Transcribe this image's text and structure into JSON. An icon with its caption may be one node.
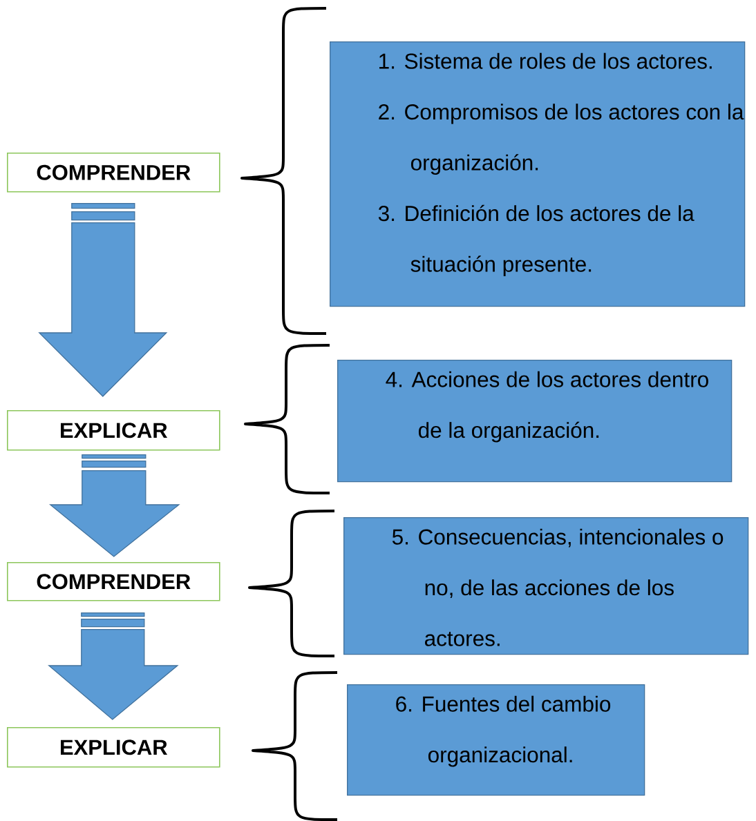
{
  "diagram": {
    "nodes": [
      {
        "text": [
          "COMPRENDER"
        ]
      },
      {
        "text": [
          "1. Sistema de roles de los actores.",
          "2. Compromisos de los actores con la organización.",
          "3. Definición de los actores de la situación presente."
        ]
      },
      {
        "text": [
          "EXPLICAR"
        ]
      },
      {
        "text": [
          "4. Acciones de los actores dentro de la organización."
        ]
      },
      {
        "text": [
          "COMPRENDER"
        ]
      },
      {
        "text": [
          "5. Consecuencias, intencionales o no, de las acciones de los actores."
        ]
      },
      {
        "text": [
          "EXPLICAR"
        ]
      },
      {
        "text": [
          "6. Fuentes del cambio organizacional."
        ]
      }
    ],
    "edges": [
      {
        "from": 0,
        "to": 2,
        "arrow": "to"
      },
      {
        "from": 2,
        "to": 4,
        "arrow": "to"
      },
      {
        "from": 4,
        "to": 6,
        "arrow": "to"
      }
    ]
  }
}
